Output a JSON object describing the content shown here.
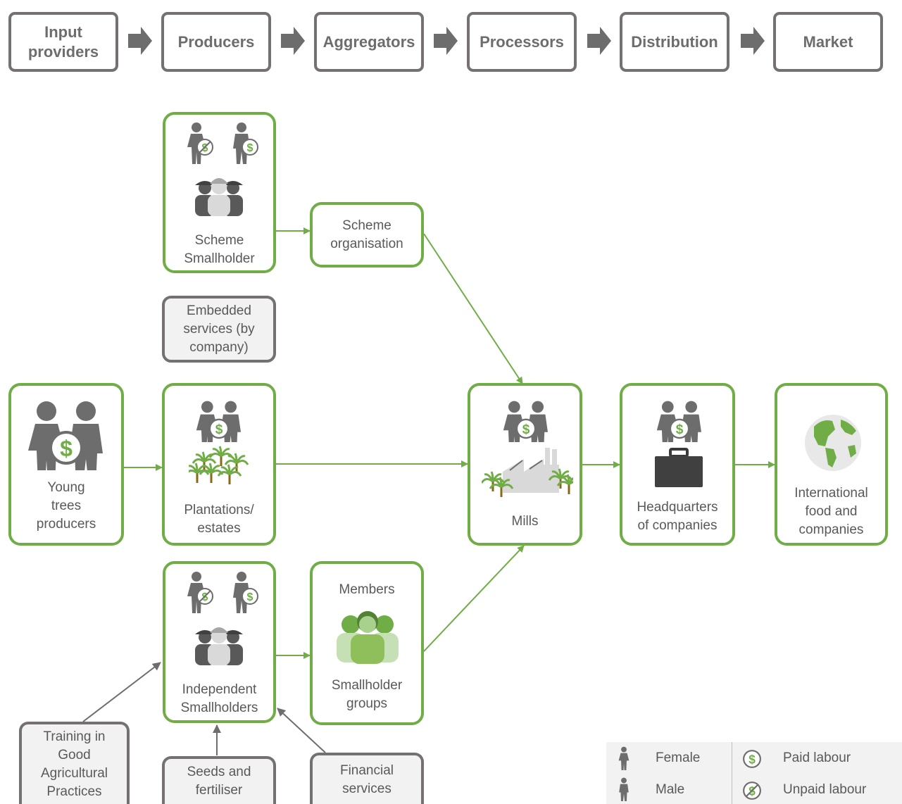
{
  "stages": [
    "Input\nproviders",
    "Producers",
    "Aggregators",
    "Processors",
    "Distribution",
    "Market"
  ],
  "nodes": {
    "scheme_smallholder": "Scheme\nSmallholder",
    "scheme_organisation": "Scheme\norganisation",
    "embedded_services": "Embedded\nservices (by\ncompany)",
    "young_trees": "Young\ntrees\nproducers",
    "plantations": "Plantations/\nestates",
    "mills": "Mills",
    "headquarters": "Headquarters\nof companies",
    "international": "International\nfood and\ncompanies",
    "independent": "Independent\nSmallholders",
    "members": "Members",
    "smallholder_groups": "Smallholder\ngroups",
    "training": "Training in\nGood\nAgricultural\nPractices",
    "seeds": "Seeds and\nfertiliser",
    "financial": "Financial\nservices"
  },
  "legend": {
    "female": "Female",
    "male": "Male",
    "paid": "Paid labour",
    "unpaid": "Unpaid labour"
  },
  "colors": {
    "green_border": "#70ad47",
    "grey_border": "#767171",
    "grey_fill": "#f2f2f2",
    "arrow_grey": "#6d6d6d"
  }
}
